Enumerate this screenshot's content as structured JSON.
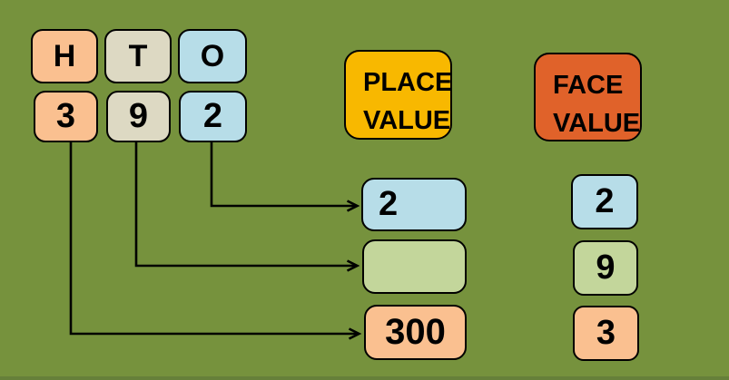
{
  "colors": {
    "background": "#76923D",
    "bottom_edge": "#66803A",
    "peach": "#FAC090",
    "tan": "#DDD9C3",
    "light_blue": "#B7DDE8",
    "light_green": "#C3D69B",
    "gold": "#F8B800",
    "orange_red": "#E0622A",
    "outline": "#000000",
    "arrow": "#000000",
    "text": "#000000"
  },
  "number_table": {
    "headers": [
      {
        "label": "H"
      },
      {
        "label": "T"
      },
      {
        "label": "O"
      }
    ],
    "digits": [
      {
        "label": "3"
      },
      {
        "label": "9"
      },
      {
        "label": "2"
      }
    ]
  },
  "section_titles": {
    "place_value": "PLACE VALUE",
    "face_value": "FACE VALUE"
  },
  "place_value_results": [
    {
      "value": "2"
    },
    {
      "value": ""
    },
    {
      "value": "300"
    }
  ],
  "face_value_results": [
    {
      "value": "2"
    },
    {
      "value": "9"
    },
    {
      "value": "3"
    }
  ],
  "arrows": [
    {
      "from": "ones-digit-2",
      "to": "place-value-row-1"
    },
    {
      "from": "tens-digit-9",
      "to": "place-value-row-2"
    },
    {
      "from": "hundreds-digit-3",
      "to": "place-value-row-3"
    }
  ]
}
